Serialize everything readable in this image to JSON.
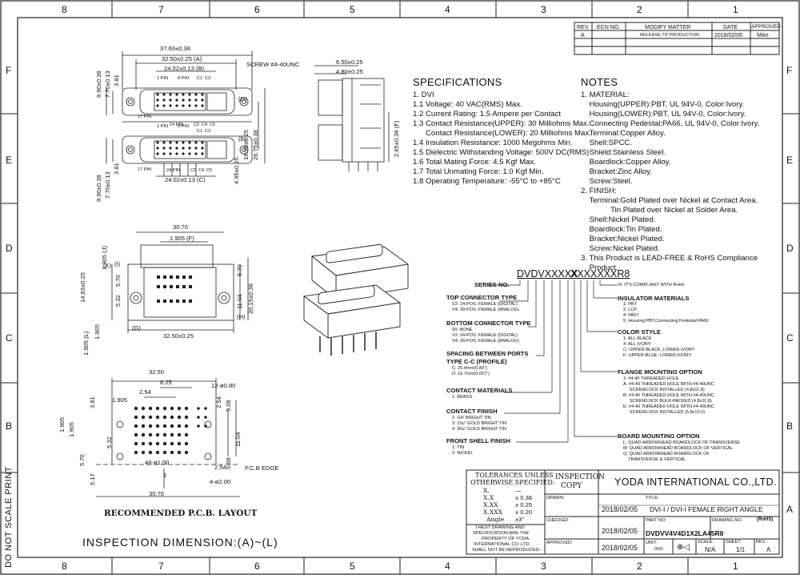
{
  "zones": {
    "top": [
      "8",
      "7",
      "6",
      "5",
      "4",
      "3",
      "2",
      "1"
    ],
    "bottom": [
      "8",
      "7",
      "6",
      "5",
      "4",
      "3",
      "2",
      "1"
    ],
    "left": [
      "F",
      "E",
      "D",
      "C",
      "B",
      "A"
    ],
    "right": [
      "F",
      "E",
      "D",
      "C",
      "B",
      "A"
    ]
  },
  "side_note": "DO NOT SCALE PRINT",
  "revision_table": {
    "headers": [
      "REV.",
      "ECN NO.",
      "MODIFY MATTER",
      "DATE",
      "APPROVED"
    ],
    "rows": [
      [
        "A",
        "",
        "RELEASE TO PRODUCTION",
        "2018/02/05",
        "Mike"
      ]
    ]
  },
  "specifications": {
    "title": "SPECIFICATIONS",
    "lines": [
      "1. DVI",
      "1.1 Voltage: 40 VAC(RMS) Max.",
      "1.2 Current Rating: 1.5 Ampere per Contact",
      "1.3 Contact Resistance(UPPER): 30 Milliohms Max.",
      "      Contact Resistance(LOWER): 20 Milliohms Max.",
      "1.4 Insulation Resistance: 1000 Megohms Min.",
      "1.5 Dielectric Withstanding Voltage: 500V DC(RMS)",
      "1.6 Total Mating Force: 4.5 Kgf Max.",
      "1.7 Total Unmating Force: 1.0 Kgf Min.",
      "1.8 Operating Temperature: -55°C to +85°C"
    ]
  },
  "notes": {
    "title": "NOTES",
    "lines": [
      "1. MATERIAL:",
      "    Housing(UPPER):PBT, UL 94V-0, Color:Ivory.",
      "    Housing(LOWER):PBT, UL 94V-0, Color:Ivory.",
      "    Connecting Pedestal:PA66, UL 94V-0, Color:Ivory.",
      "    Terminal:Copper Alloy.",
      "    Shell:SPCC.",
      "    Shield:Stainless Steel.",
      "    Boardlock:Copper Alloy.",
      "    Bracket:Zinc Alloy.",
      "    Screw:Steel.",
      "2. FINISH:",
      "    Terminal:Gold Plated over Nickel at Contact Area.",
      "              Tin Plated over Nickel at Solder Area.",
      "    Shell:Nickel Plated.",
      "    Boardlock:Tin Plated.",
      "    Bracket:Nickel Plated.",
      "    Screw:Nickel Plated.",
      "3. This Product is LEAD-FREE & RoHS Compliance",
      "    Product."
    ]
  },
  "part_code": {
    "prefix": "DVDVXXXXX",
    "suffix": "XXXXXXXR8",
    "left_groups": [
      {
        "label": "SERIES NO.",
        "options": []
      },
      {
        "label": "TOP CONNECTOR TYPE",
        "options": [
          "V2: 24-POS. FEMALE (DIGITAL)",
          "V4: 29-POS. FEMALE (ANALOG)"
        ]
      },
      {
        "label": "BOTTOM CONNECTOR TYPE",
        "options": [
          "00: NONE",
          "V2: 24-POS. FEMALE (DIGITAL)",
          "V4: 29-POS. FEMALE (ANALOG)"
        ]
      },
      {
        "label": "SPACING BETWEEN PORTS",
        "label2": "TYPE C-C (PROFILE)",
        "options": [
          "C: 20.4mm(0.80\")",
          "D: 16.7mm(0.657\")"
        ]
      },
      {
        "label": "CONTACT MATERIALS",
        "options": [
          "1: BRASS"
        ]
      },
      {
        "label": "CONTACT FINISH",
        "options": [
          "1: G/F BRIGHT TIN",
          "3: 15u\" GOLD BRIGHT TIN",
          "4: 30u\" GOLD BRIGHT TIN"
        ]
      },
      {
        "label": "FRONT SHELL FINISH",
        "options": [
          "1: TIN",
          "2: NICKEL"
        ]
      }
    ],
    "right_groups": [
      {
        "label": "R: IT'S COMPLIANT WITH RoHs",
        "options": []
      },
      {
        "label": "INSULATOR MATERIALS",
        "options": [
          "1: PBT",
          "2: LCP",
          "4: PA6T",
          "5: Housing:PBT,Connecting Pedestal:PA66"
        ]
      },
      {
        "label": "COLOR STYLE",
        "options": [
          "1: ALL BLACK",
          "4: ALL IVORY",
          "C: UPPER-BLACK, LOWER-IVORY",
          "F: UPPER-BLUE, LOWER-IVORY"
        ]
      },
      {
        "label": "FLANGE MOUNTING OPTION",
        "options": [
          "1: #4-40 THREADED HOLE",
          "A: #4-40 THREADED HOLE WITH #4-40UNC",
          "     SCREWLOCK INSTALLED (4.8x11.8)",
          "B: #4-40 THREADED HOLE WITH #4-40UNC",
          "     SCREWLOCK BULK-PACKED (4.8x11.8)",
          "E: #4-40 THREADED HOLE WITH #4-40UNC",
          "     SCREWLOCK INSTALLED (5.8x13.0)"
        ]
      },
      {
        "label": "BOARD MOUNTING OPTION",
        "options": [
          "L: QUAD ARROWHEAD BOARDLOCK OF TRANSVERSE",
          "M: QUAD ARROWHEAD BOARDLOCK OF VERTICAL",
          "Q: QUAD ARROWHEAD BOARDLOCK OF",
          "    TRANSVERSE & VERTICAL"
        ]
      }
    ]
  },
  "front_view": {
    "dims": [
      "37.60±0.38",
      "32.50±0.25 (A)",
      "24.02±0.13 (B)",
      "9.90±0.38",
      "7.70±0.13",
      "3.81",
      "SCREW #4-40UNC",
      "(D)",
      "(E)",
      "16.70±0.25",
      "26.75±0.38",
      "9.90±0.38",
      "7.70±0.13",
      "3.81",
      "24.02±0.13 (C)",
      "4.95±0.25"
    ],
    "pins": [
      "1 PIN",
      "8 PIN",
      "C1",
      "C3",
      "17 PIN",
      "24 PIN",
      "C2",
      "C4",
      "C5",
      "1 PIN",
      "8 PIN",
      "C1",
      "C3",
      "17 PIN",
      "24 PIN",
      "C2",
      "C4",
      "C5"
    ]
  },
  "side_view": {
    "dims": [
      "6.50±0.25",
      "4.80±0.25",
      "2.65±0.38 (F)"
    ]
  },
  "bottom_view": {
    "dims": [
      "30.70",
      "1.905 (F)",
      "1.905 (J)",
      "(K)",
      "(I)",
      "5.70",
      "14.83±0.25",
      "5.32",
      "(G)",
      "1.905 (L)",
      "1.905",
      "5.70",
      "11.04",
      "20.15±0.38",
      "(H)",
      "32.50±0.25"
    ]
  },
  "pcb_layout": {
    "dims": [
      "32.50",
      "8.25",
      "2.54",
      "1.905",
      "3.81",
      "12-ø0.80",
      "2.54",
      "5.08",
      "1.905",
      "1.905",
      "5.32",
      "11.04",
      "5.70",
      "48-ø1.00",
      "2.54",
      "5.08",
      "5.17",
      "4-ø2.00",
      "30.70"
    ],
    "pcb_edge": "P.C.B EDGE",
    "center_mark": "¢",
    "caption": "RECOMMENDED P.C.B. LAYOUT"
  },
  "inspection_caption": "INSPECTION DIMENSION:(A)~(L)",
  "title_block": {
    "tolerances": {
      "heading1": "TOLERANCES UNLESS",
      "heading2": "OTHERWISE SPECIFIED:",
      "rows": [
        [
          "X.",
          "—"
        ],
        [
          "X.X",
          "± 0.38"
        ],
        [
          "X.XX",
          "± 0.25"
        ],
        [
          "X.XXX",
          "± 0.20"
        ],
        [
          "Angle",
          "±3°"
        ]
      ]
    },
    "property_note": [
      "THEST DRAWING AND",
      "SPECIFICATION ARE THE",
      "PROPERTY OF YODA",
      "INTERNATIONAL CO.,LTD.",
      "SHALL NOT BE REPRODUCED."
    ],
    "inspection": [
      "INSPECTION",
      "COPY"
    ],
    "company": "YODA INTERNATIONAL CO.,LTD.",
    "drawn_label": "DRAWN:",
    "drawn_date": "2018/02/05",
    "checked_label": "CHECKED:",
    "checked_date": "2018/02/05",
    "approved_label": "APPROVED:",
    "approved_date": "2018/02/05",
    "title_label": "TITLE:",
    "title": "DVI-I / DVI-I FEMALE RIGHT ANGLE",
    "rohs": "(RoHS)",
    "part_no_label": "PART NO:",
    "part_no": "DVDVV4V4D1X2LA45R8",
    "drawing_no_label": "DRAWING NO:",
    "unit_label": "UNIT:",
    "unit": "mm",
    "scale_label": "SCALE:",
    "scale": "N/A",
    "sheet_label": "SHEET:",
    "sheet": "1/1",
    "rev_label": "REV.:",
    "rev": "A"
  }
}
